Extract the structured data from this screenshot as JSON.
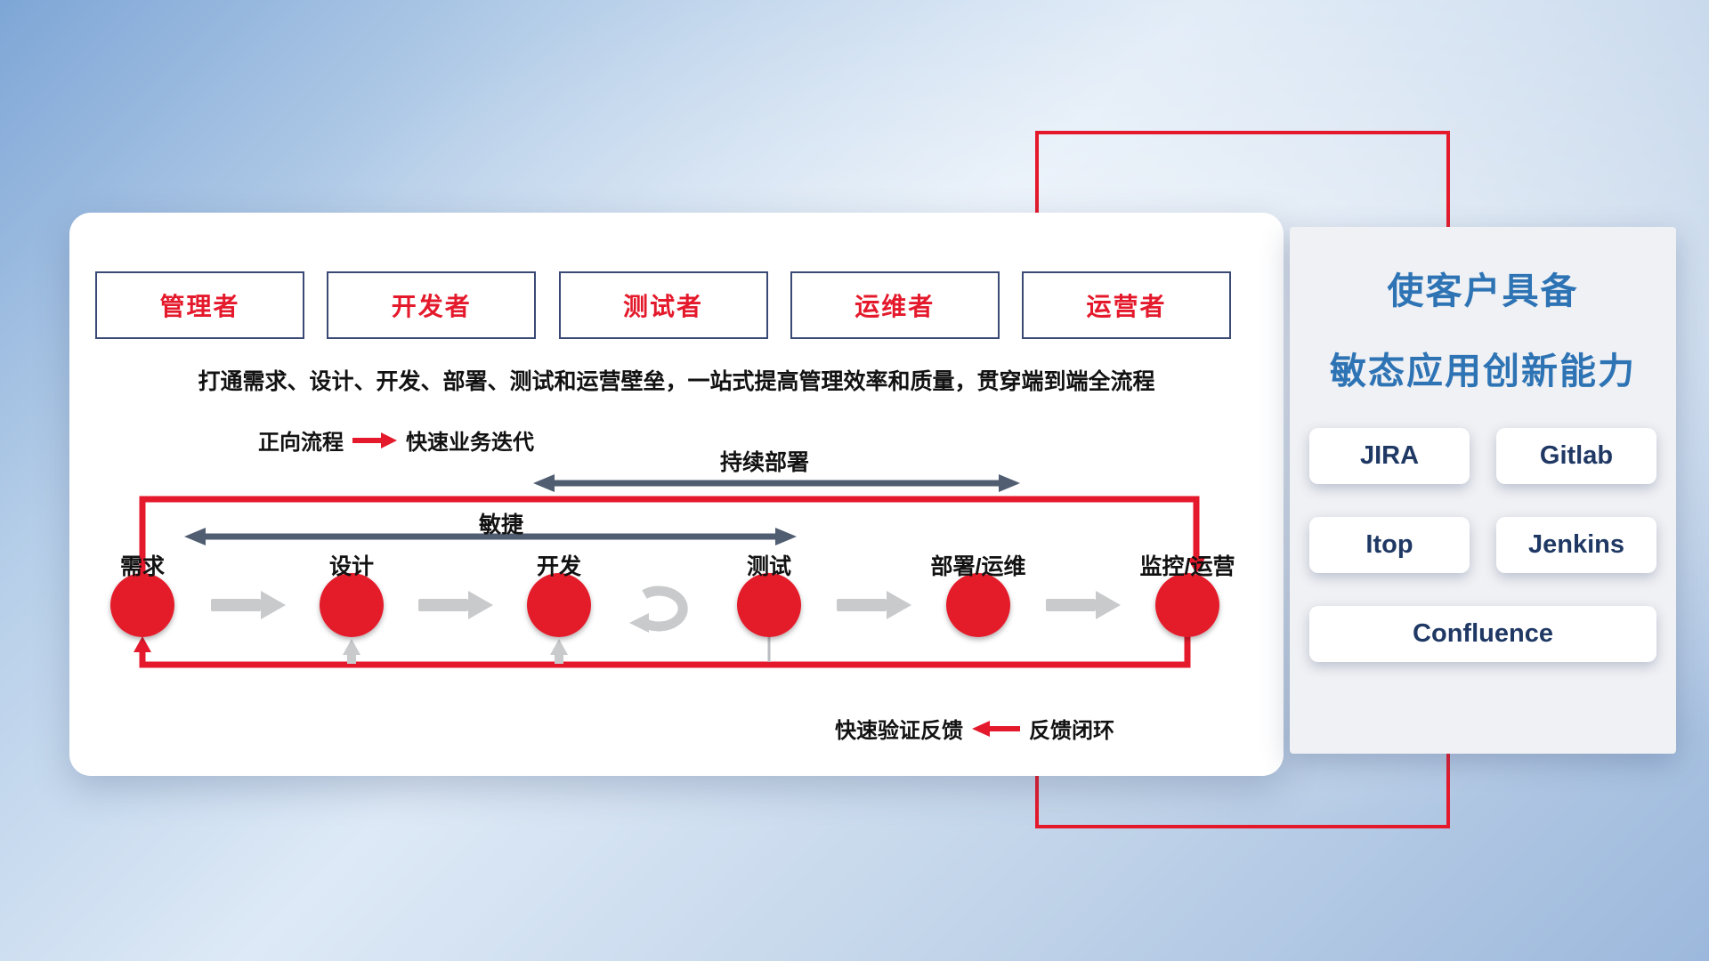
{
  "card": {
    "roles": [
      "管理者",
      "开发者",
      "测试者",
      "运维者",
      "运营者"
    ],
    "subtitle": "打通需求、设计、开发、部署、测试和运营壁垒，一站式提高管理效率和质量，贯穿端到端全流程",
    "forward_legend": {
      "label": "正向流程",
      "value": "快速业务迭代"
    },
    "continuous_deploy_label": "持续部署",
    "agile_label": "敏捷",
    "stages": [
      "需求",
      "设计",
      "开发",
      "测试",
      "部署/运维",
      "监控/运营"
    ],
    "feedback_legend": {
      "label": "快速验证反馈",
      "value": "反馈闭环"
    }
  },
  "panel": {
    "title_line1": "使客户具备",
    "title_line2": "敏态应用创新能力",
    "tools": [
      "JIRA",
      "Gitlab",
      "Itop",
      "Jenkins",
      "Confluence"
    ]
  },
  "colors": {
    "red": "#e41a2c",
    "navy_border": "#3a4a74",
    "slate_arrow": "#515e72",
    "gray_arrow": "#c8cacc",
    "title_blue": "#2e74b5",
    "tool_text": "#1f3864"
  }
}
